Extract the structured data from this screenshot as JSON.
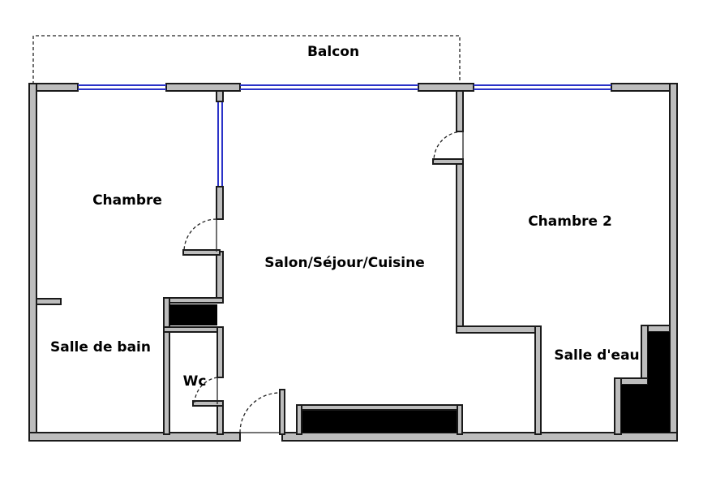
{
  "plan": {
    "rooms": {
      "balcon": "Balcon",
      "chambre": "Chambre",
      "sejour": "Salon/Séjour/Cuisine",
      "chambre2": "Chambre 2",
      "salle_de_bain": "Salle de bain",
      "wc": "Wc",
      "salle_deau": "Salle d'eau"
    },
    "colors": {
      "wall_fill": "#bdbdbd",
      "wall_outline": "#1a1a1a",
      "window": "#2b33c8",
      "fixture": "#000000",
      "background": "#ffffff"
    }
  }
}
